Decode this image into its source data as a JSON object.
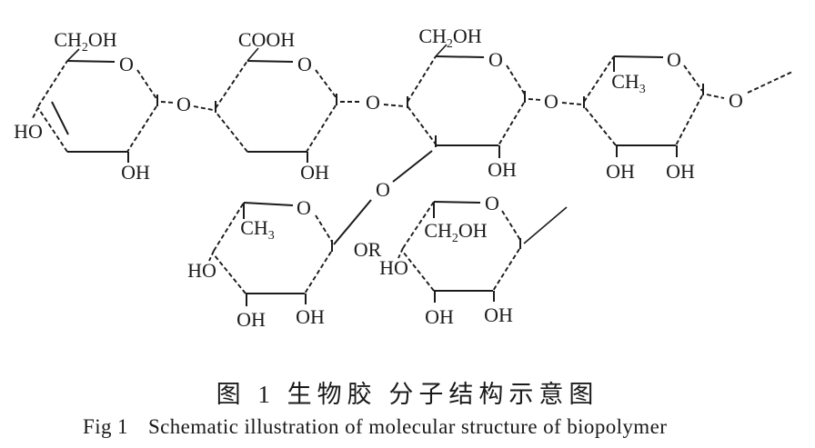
{
  "figure": {
    "caption_zh": "图 1 生物胶 分子结构示意图",
    "caption_en_label": "Fig 1",
    "caption_en_text": "Schematic illustration of molecular structure of biopolymer"
  },
  "molecule": {
    "rings": {
      "r1": {
        "top_pre": "CH",
        "top_sub": "2",
        "top_post": "OH",
        "ring_oxygen": "O",
        "left_group": "HO",
        "bottom_right_group": "OH"
      },
      "r2": {
        "top_group": "COOH",
        "ring_oxygen": "O",
        "bottom_right_group": "OH"
      },
      "r3": {
        "top_pre": "CH",
        "top_sub": "2",
        "top_post": "OH",
        "ring_oxygen": "O",
        "bottom_right_group": "OH"
      },
      "r4": {
        "methyl_pre": "CH",
        "methyl_sub": "3",
        "ring_oxygen": "O",
        "bottom_left_group": "OH",
        "bottom_right_group": "OH",
        "anomeric_oxygen": "O"
      },
      "r5": {
        "methyl_pre": "CH",
        "methyl_sub": "3",
        "ring_oxygen": "O",
        "left_group": "HO",
        "bottom_left_group": "OH",
        "bottom_right_group": "OH"
      },
      "r6": {
        "top_pre": "CH",
        "top_sub": "2",
        "top_post": "OH",
        "ring_oxygen": "O",
        "left_group": "HO",
        "bottom_left_group": "OH",
        "bottom_right_group": "OH"
      }
    },
    "links": {
      "o_1_2": "O",
      "o_2_3": "O",
      "o_3_4": "O",
      "branch_oxygen": "O",
      "or_group": "OR"
    },
    "ink_color": "#1b1b1b",
    "background_color": "#ffffff"
  }
}
